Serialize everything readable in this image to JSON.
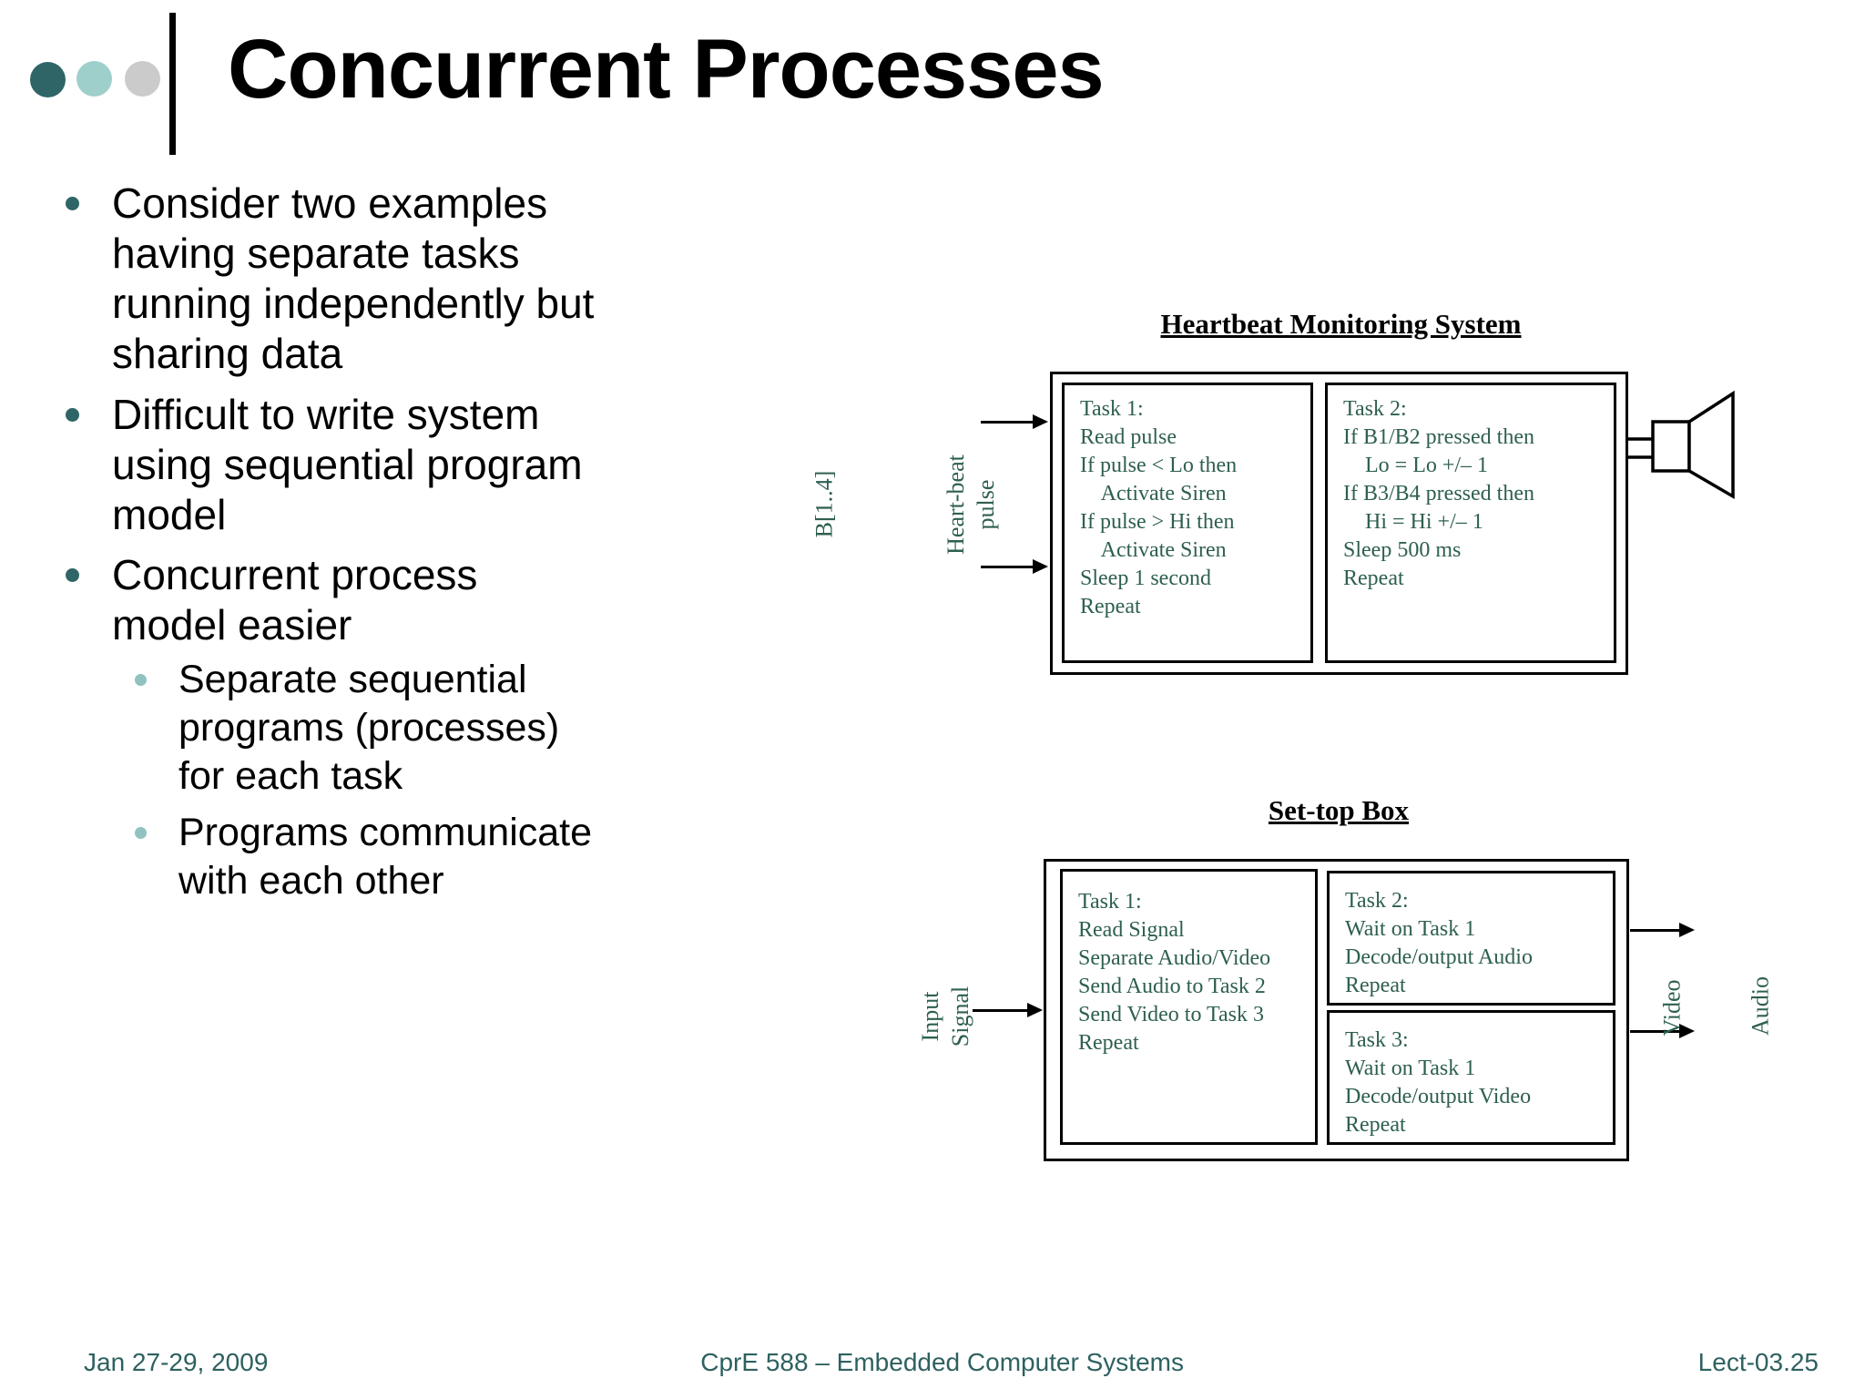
{
  "slide": {
    "title": "Concurrent Processes",
    "bullets": [
      {
        "level": 1,
        "lines": [
          "Consider two examples",
          "having separate tasks",
          "running independently but",
          "sharing data"
        ]
      },
      {
        "level": 1,
        "lines": [
          "Difficult to write system",
          "using sequential program",
          "model"
        ]
      },
      {
        "level": 1,
        "lines": [
          "Concurrent process",
          "model easier"
        ]
      },
      {
        "level": 2,
        "lines": [
          "Separate sequential",
          "programs (processes)",
          "for each task"
        ]
      },
      {
        "level": 2,
        "lines": [
          "Programs communicate",
          "with each other"
        ]
      }
    ]
  },
  "diagrams": {
    "heartbeat": {
      "title": "Heartbeat Monitoring System",
      "task1": {
        "lines": [
          "Task 1:",
          "Read pulse",
          "If pulse < Lo then",
          "    Activate Siren",
          "If pulse > Hi then",
          "    Activate Siren",
          "Sleep 1 second",
          "Repeat"
        ]
      },
      "task2": {
        "lines": [
          "Task 2:",
          "If B1/B2 pressed then",
          "    Lo = Lo +/– 1",
          "If B3/B4 pressed then",
          "    Hi = Hi +/– 1",
          "Sleep 500 ms",
          "Repeat"
        ]
      },
      "labels": {
        "buttons": "B[1..4]",
        "pulse_lines": [
          "Heart-beat",
          "pulse"
        ]
      },
      "speaker_icon": "speaker"
    },
    "settop": {
      "title": "Set-top Box",
      "task1": {
        "lines": [
          "Task 1:",
          "Read Signal",
          "Separate Audio/Video",
          "Send Audio to Task 2",
          "Send Video to Task 3",
          "Repeat"
        ]
      },
      "task2": {
        "lines": [
          "Task 2:",
          "Wait on Task 1",
          "Decode/output Audio",
          "Repeat"
        ]
      },
      "task3": {
        "lines": [
          "Task 3:",
          "Wait on Task 1",
          "Decode/output Video",
          "Repeat"
        ]
      },
      "labels": {
        "input_lines": [
          "Input",
          "Signal"
        ],
        "video": "Video",
        "audio": "Audio"
      }
    }
  },
  "footer": {
    "date": "Jan 27-29, 2009",
    "course": "CprE 588 – Embedded Computer Systems",
    "lecture": "Lect-03.25"
  },
  "colors": {
    "accent_teal_dark": "#2F6566",
    "accent_teal_light": "#9FCFCB",
    "logo_gray": "#CBCBCB",
    "diagram_text": "#2E5F51",
    "footer_text": "#2E6160"
  }
}
